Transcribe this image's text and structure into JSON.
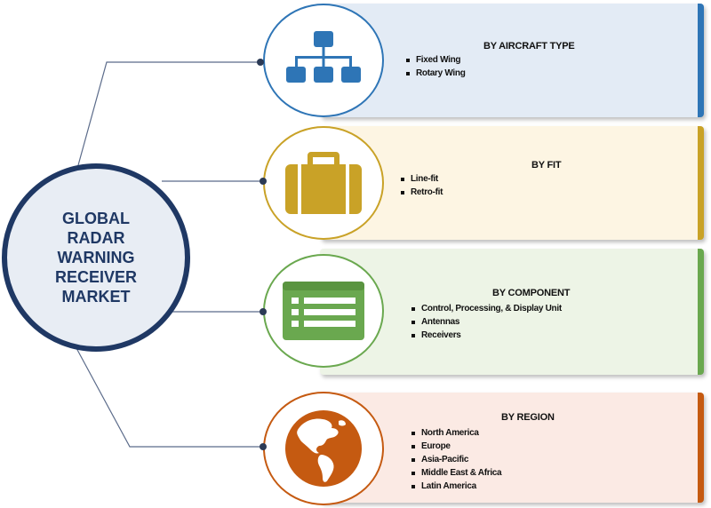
{
  "center": {
    "title": "GLOBAL\nRADAR WARNING\nRECEIVER\nMARKET"
  },
  "segments": [
    {
      "title": "BY AIRCRAFT TYPE",
      "icon": "hierarchy-icon",
      "items": [
        "Fixed Wing",
        "Rotary Wing"
      ],
      "colors": {
        "fill": "#e3ebf5",
        "border": "#2e75b6",
        "icon": "#2e75b6",
        "ring": "#2e75b6"
      }
    },
    {
      "title": "BY FIT",
      "icon": "briefcase-icon",
      "items": [
        "Line-fit",
        "Retro-fit"
      ],
      "colors": {
        "fill": "#fdf5e3",
        "border": "#c9a227",
        "icon": "#c9a227",
        "ring": "#c9a227"
      }
    },
    {
      "title": "BY COMPONENT",
      "icon": "list-window-icon",
      "items": [
        "Control, Processing, & Display Unit",
        "Antennas",
        "Receivers"
      ],
      "colors": {
        "fill": "#edf4e6",
        "border": "#6aa84f",
        "icon": "#6aa84f",
        "ring": "#6aa84f"
      }
    },
    {
      "title": "BY REGION",
      "icon": "globe-icon",
      "items": [
        "North America",
        "Europe",
        "Asia-Pacific",
        "Middle East & Africa",
        "Latin America"
      ],
      "colors": {
        "fill": "#fbeae4",
        "border": "#c55a11",
        "icon": "#c55a11",
        "ring": "#c55a11"
      }
    }
  ],
  "colors": {
    "center_border": "#1f3864",
    "center_fill": "#e8edf4",
    "connector": "#5b6b8a"
  }
}
